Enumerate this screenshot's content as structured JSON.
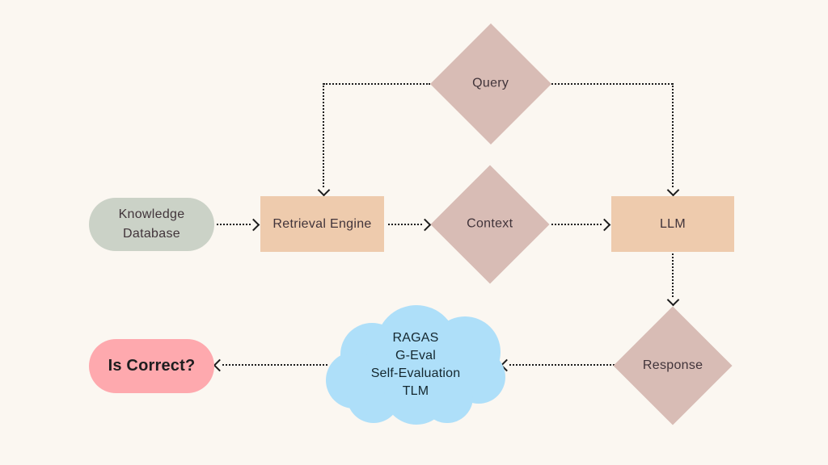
{
  "colors": {
    "bg": "#fbf7f1",
    "diamond": "#d8bcb5",
    "rect": "#eecbad",
    "pillGreen": "#cbd2c7",
    "pillPink": "#fea9ae",
    "cloud": "#aedff9",
    "line": "#1c1c1c",
    "text": "#41343a"
  },
  "nodes": {
    "query": {
      "label": "Query",
      "shape": "diamond"
    },
    "knowledge_database": {
      "label": "Knowledge\nDatabase",
      "shape": "pill"
    },
    "retrieval_engine": {
      "label": "Retrieval Engine",
      "shape": "rect"
    },
    "context": {
      "label": "Context",
      "shape": "diamond"
    },
    "llm": {
      "label": "LLM",
      "shape": "rect"
    },
    "response": {
      "label": "Response",
      "shape": "diamond"
    },
    "evaluators": {
      "shape": "cloud",
      "lines": [
        "RAGAS",
        "G-Eval",
        "Self-Evaluation",
        "TLM"
      ]
    },
    "is_correct": {
      "label": "Is Correct?",
      "shape": "pill"
    }
  },
  "connections": [
    "Query -> Retrieval Engine",
    "Query -> LLM",
    "Knowledge Database -> Retrieval Engine",
    "Retrieval Engine -> Context",
    "Context -> LLM",
    "LLM -> Response",
    "Response -> Evaluators cloud",
    "Evaluators cloud -> Is Correct?"
  ]
}
